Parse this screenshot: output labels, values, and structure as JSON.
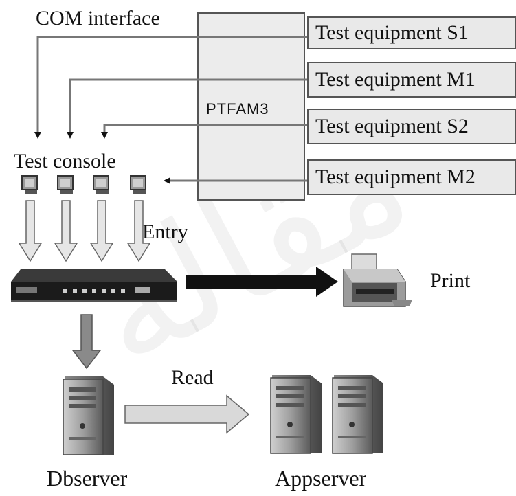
{
  "diagram": {
    "com_interface_label": "COM interface",
    "hub_label": "PTFAM3",
    "equipment": [
      {
        "label": "Test equipment S1"
      },
      {
        "label": "Test equipment M1"
      },
      {
        "label": "Test equipment S2"
      },
      {
        "label": "Test equipment M2"
      }
    ],
    "test_console_label": "Test console",
    "entry_label": "Entry",
    "print_label": "Print",
    "read_label": "Read",
    "dbserver_label": "Dbserver",
    "appserver_label": "Appserver"
  },
  "icons": {
    "console": "computer-terminal-icon",
    "switch": "network-switch-icon",
    "printer": "printer-icon",
    "server": "tower-server-icon"
  },
  "colors": {
    "box_fill": "#e9e9e9",
    "box_stroke": "#555555",
    "line": "#777777",
    "arrow_fill": "#d9d9d9",
    "arrow_dark": "#111111"
  },
  "watermark": "مقاله"
}
